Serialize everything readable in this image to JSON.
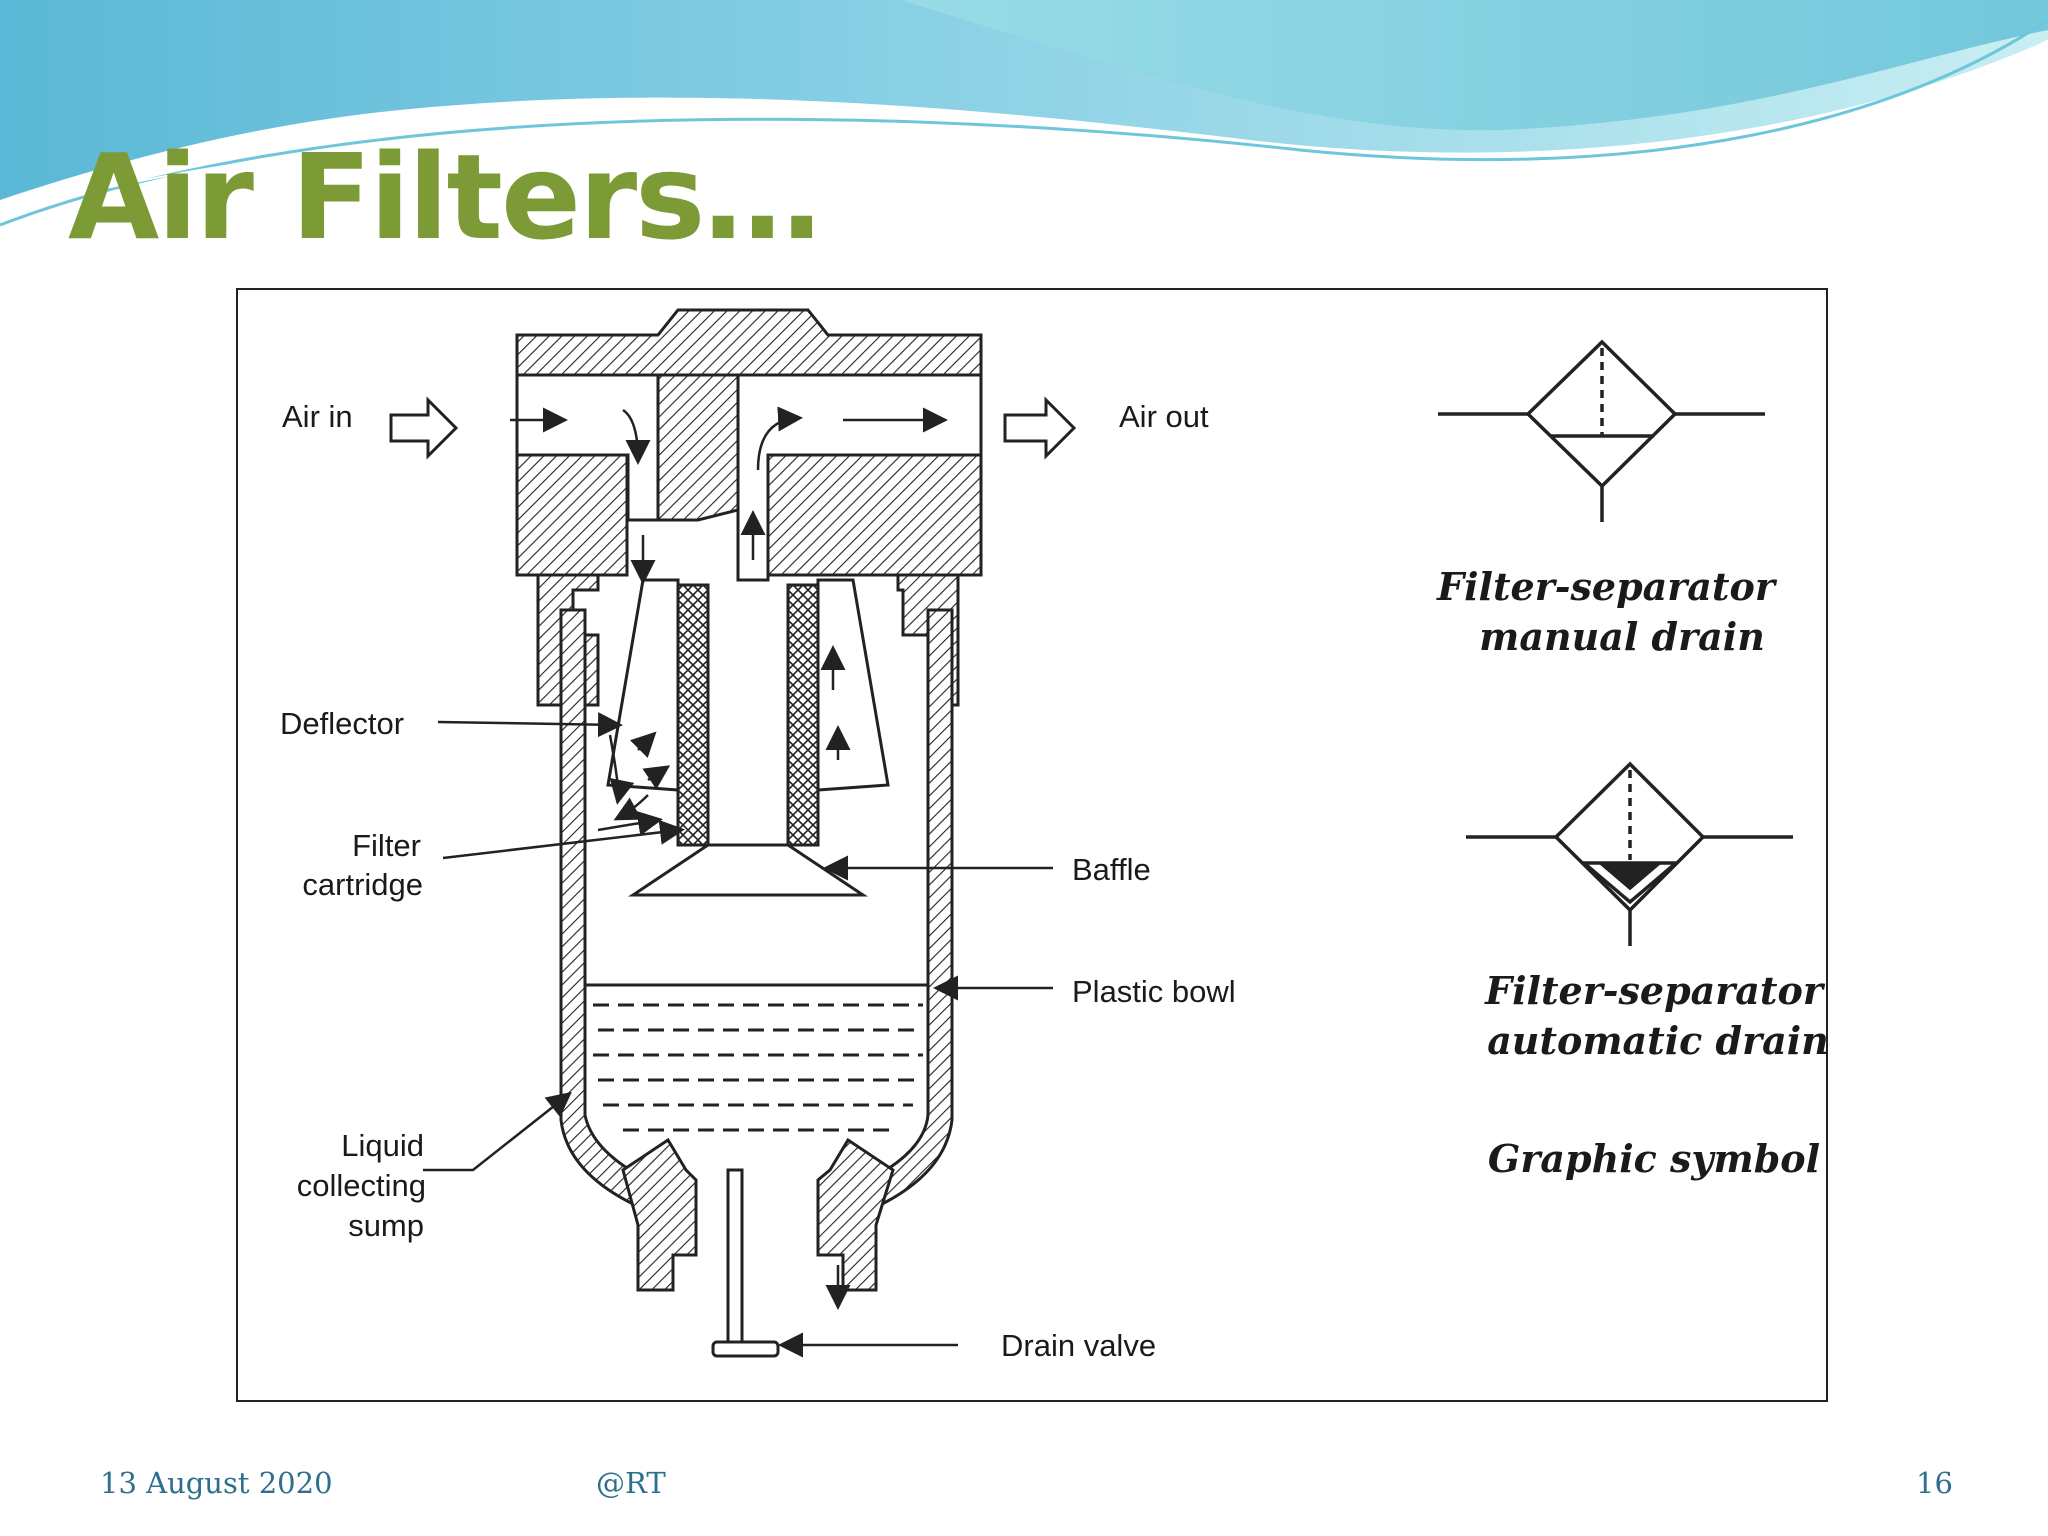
{
  "slide": {
    "title": "Air Filters…",
    "footer": {
      "date": "13 August 2020",
      "author": "@RT",
      "page": "16"
    }
  },
  "diagram": {
    "labels": {
      "air_in": "Air in",
      "air_out": "Air out",
      "deflector": "Deflector",
      "filter_line1": "Filter",
      "filter_line2": "cartridge",
      "baffle": "Baffle",
      "plastic_bowl": "Plastic bowl",
      "sump_line1": "Liquid",
      "sump_line2": "collecting",
      "sump_line3": "sump",
      "drain_valve": "Drain valve"
    },
    "symbols": {
      "manual_line1": "Filter-separator",
      "manual_line2": "manual drain",
      "auto_line1": "Filter-separator",
      "auto_line2": "automatic drain",
      "caption": "Graphic symbol"
    }
  },
  "colors": {
    "title": "#7c9a35",
    "footer": "#2d6f8c",
    "wave_light": "#bfe9ee",
    "wave_dark": "#4fb3cf"
  }
}
